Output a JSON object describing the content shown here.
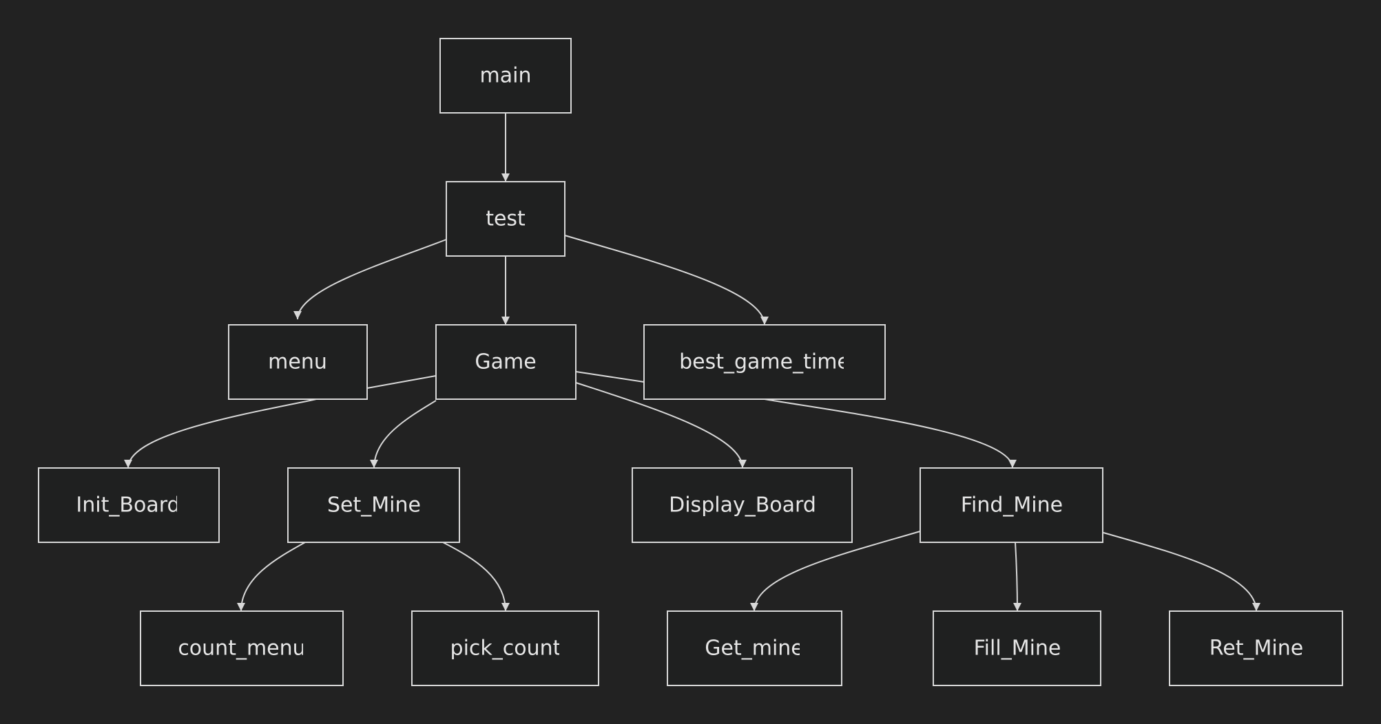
{
  "diagram": {
    "colors": {
      "background": "#222222",
      "node_fill": "#1f2020",
      "stroke": "#d8d8d8",
      "text": "#e6e6e6"
    },
    "nodes": [
      {
        "id": "main",
        "label": "main"
      },
      {
        "id": "test",
        "label": "test"
      },
      {
        "id": "menu",
        "label": "menu"
      },
      {
        "id": "game",
        "label": "Game"
      },
      {
        "id": "best_game_time",
        "label": "best_game_time"
      },
      {
        "id": "init_board",
        "label": "Init_Board"
      },
      {
        "id": "set_mine",
        "label": "Set_Mine"
      },
      {
        "id": "display_board",
        "label": "Display_Board"
      },
      {
        "id": "find_mine",
        "label": "Find_Mine"
      },
      {
        "id": "count_menu",
        "label": "count_menu"
      },
      {
        "id": "pick_count",
        "label": "pick_count"
      },
      {
        "id": "get_mine",
        "label": "Get_mine"
      },
      {
        "id": "fill_mine",
        "label": "Fill_Mine"
      },
      {
        "id": "ret_mine",
        "label": "Ret_Mine"
      }
    ],
    "edges": [
      {
        "from": "main",
        "to": "test"
      },
      {
        "from": "test",
        "to": "menu"
      },
      {
        "from": "test",
        "to": "game"
      },
      {
        "from": "test",
        "to": "best_game_time"
      },
      {
        "from": "game",
        "to": "init_board"
      },
      {
        "from": "game",
        "to": "set_mine"
      },
      {
        "from": "game",
        "to": "display_board"
      },
      {
        "from": "game",
        "to": "find_mine"
      },
      {
        "from": "set_mine",
        "to": "count_menu"
      },
      {
        "from": "set_mine",
        "to": "pick_count"
      },
      {
        "from": "find_mine",
        "to": "get_mine"
      },
      {
        "from": "find_mine",
        "to": "fill_mine"
      },
      {
        "from": "find_mine",
        "to": "ret_mine"
      }
    ]
  }
}
